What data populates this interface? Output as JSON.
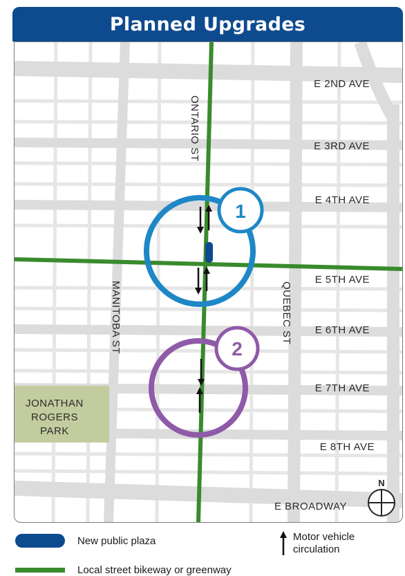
{
  "title": "Planned Upgrades",
  "streets": {
    "e_2nd_ave": "E 2ND AVE",
    "e_3rd_ave": "E 3RD AVE",
    "e_4th_ave": "E 4TH AVE",
    "e_5th_ave": "E 5TH AVE",
    "e_6th_ave": "E 6TH AVE",
    "e_7th_ave": "E 7TH AVE",
    "e_8th_ave": "E 8TH AVE",
    "e_broadway": "E BROADWAY",
    "ontario_st": "ONTARIO ST",
    "manitoba_st": "MANITOBA ST",
    "quebec_st": "QUEBEC ST"
  },
  "park": {
    "line1": "JONATHAN",
    "line2": "ROGERS",
    "line3": "PARK"
  },
  "markers": [
    {
      "number": "1",
      "color": "#1f87c6"
    },
    {
      "number": "2",
      "color": "#8f5aa8"
    }
  ],
  "compass": {
    "label": "N"
  },
  "legend": {
    "plaza": "New public plaza",
    "bikeway": "Local street bikeway or greenway",
    "motor_line1": "Motor vehicle",
    "motor_line2": "circulation"
  },
  "colors": {
    "title_bg": "#0e4a8e",
    "plaza": "#0e4a8e",
    "bikeway": "#3a8a2e",
    "road": "#dcdcdc",
    "park": "#c3cc9e"
  }
}
